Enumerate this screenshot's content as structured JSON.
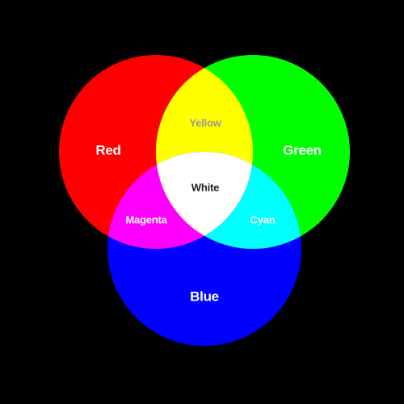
{
  "diagram": {
    "background": "#000000",
    "circles": [
      {
        "key": "red",
        "label": "Red",
        "color": "#FF0000",
        "label_color": "#FFFFFF"
      },
      {
        "key": "green",
        "label": "Green",
        "color": "#00FF00",
        "label_color": "#FFFFFF"
      },
      {
        "key": "blue",
        "label": "Blue",
        "color": "#0000FF",
        "label_color": "#FFFFFF"
      }
    ],
    "overlaps": [
      {
        "key": "yellow",
        "label": "Yellow",
        "color": "#FFFF00",
        "label_color": "#999999"
      },
      {
        "key": "cyan",
        "label": "Cyan",
        "color": "#00FFFF",
        "label_color": "#FFFFFF"
      },
      {
        "key": "magenta",
        "label": "Magenta",
        "color": "#FF00FF",
        "label_color": "#FFFFFF"
      },
      {
        "key": "white",
        "label": "White",
        "color": "#FFFFFF",
        "label_color": "#222222"
      }
    ]
  }
}
